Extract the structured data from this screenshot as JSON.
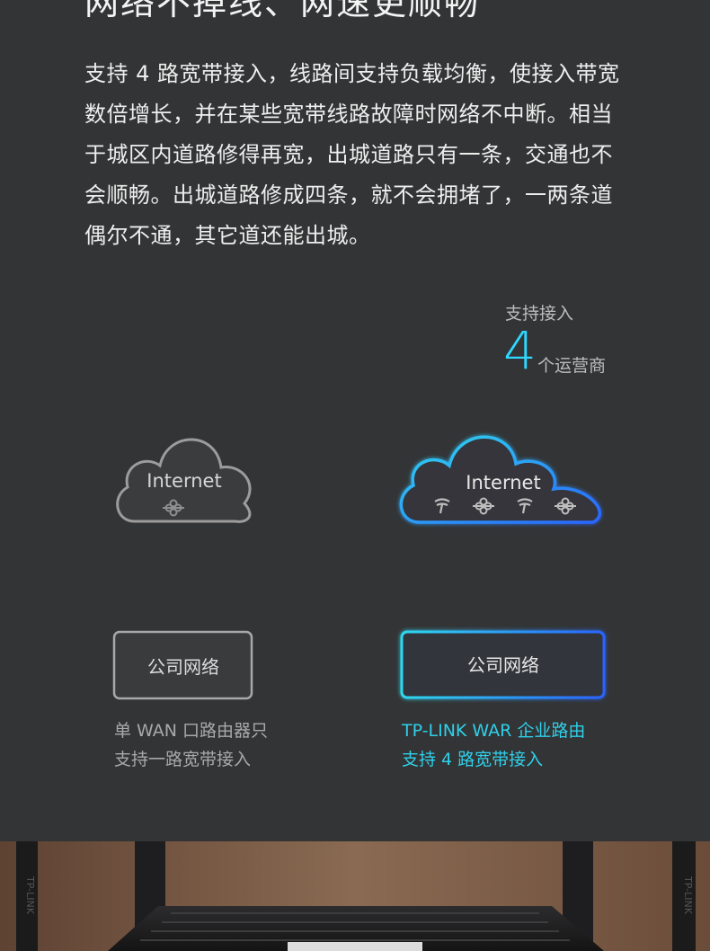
{
  "headline": "网络不掉线、网速更顺畅",
  "body_text": "支持 4 路宽带接入，线路间支持负载均衡，使接入带宽数倍增长，并在某些宽带线路故障时网络不中断。相当于城区内道路修得再宽，出城道路只有一条，交通也不会顺畅。出城道路修成四条，就不会拥堵了，一两条道偶尔不通，其它道还能出城。",
  "support": {
    "label": "支持接入",
    "number": "4",
    "unit": "个运营商"
  },
  "diagram_left": {
    "cloud_label": "Internet",
    "box_label": "公司网络",
    "caption_line1": "单 WAN 口路由器只",
    "caption_line2": "支持一路宽带接入"
  },
  "diagram_right": {
    "cloud_label": "Internet",
    "box_label": "公司网络",
    "caption_line1": "TP-LINK WAR 企业路由",
    "caption_line2": "支持 4 路宽带接入"
  },
  "router": {
    "brand_text": "TP-LINK"
  },
  "colors": {
    "background": "#333435",
    "accent_cyan": "#2fd7ff",
    "accent_blue": "#2a64ff",
    "gray_line": "#bdbdbd"
  },
  "icons": [
    "unicom-logo-icon",
    "telecom-logo-icon"
  ]
}
